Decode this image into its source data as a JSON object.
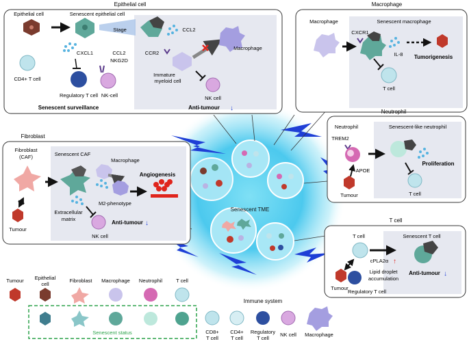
{
  "center": {
    "label": "Senescent TME"
  },
  "epithelial": {
    "title": "Epithelial cell",
    "epithelial_cell": "Epithelial cell",
    "senescent_epithelial": "Senescent epithelial cell",
    "stage": "Stage",
    "cxcl1": "CXCL1",
    "ccl2_left": "CCL2",
    "nkg2d": "NKG2D",
    "cd4": "CD4+ T cell",
    "treg": "Regulatory T cell",
    "nk": "NK-cell",
    "surveillance": "Senescent surveillance",
    "ccl2_right": "CCL2",
    "ccr2": "CCR2",
    "macrophage": "Macrophage",
    "immature_1": "Immature",
    "immature_2": "myeloid cell",
    "nk_right": "NK cell",
    "antitumour": "Anti-tumour"
  },
  "macrophage": {
    "title": "Macrophage",
    "macrophage": "Macrophage",
    "senescent": "Senescent macrophage",
    "cxcr1": "CXCR1",
    "il8": "IL-8",
    "tumorigenesis": "Tumorigenesis",
    "tcell": "T cell"
  },
  "neutrophil": {
    "title": "Neutrophil",
    "neutrophil": "Neutrophil",
    "senescent": "Senescent-like neutrophil",
    "trem2": "TREM2",
    "apoe": "APOE",
    "tumour": "Tumour",
    "proliferation": "Proliferation",
    "tcell": "T cell"
  },
  "fibroblast": {
    "title": "Fibroblast",
    "fibroblast_1": "Fibroblast",
    "fibroblast_2": "(CAF)",
    "senescent_caf": "Senescent CAF",
    "macrophage": "Macrophage",
    "angiogenesis": "Angiogenesis",
    "m2": "M2-phenotype",
    "ecm_1": "Extracellular",
    "ecm_2": "matrix",
    "antitumour": "Anti-tumour",
    "nk": "NK cell",
    "tumour": "Tumour"
  },
  "tcell": {
    "title": "T cell",
    "tcell": "T cell",
    "senescent": "Senescent T cell",
    "cpla2": "cPLA2α",
    "lipid_1": "Lipid droplet",
    "lipid_2": "accumulation",
    "antitumour": "Anti-tumour",
    "tumour": "Tumour",
    "treg": "Regulatory T cell"
  },
  "legend": {
    "tumour": "Tumour",
    "epithelial_1": "Epithelial",
    "epithelial_2": "cell",
    "fibroblast": "Fibroblast",
    "macrophage": "Macrophage",
    "neutrophil": "Neutrophil",
    "tcell": "T cell",
    "senescent_status": "Senescent status"
  },
  "immune": {
    "title": "Immune system",
    "cd8_1": "CD8+",
    "cd8_2": "T cell",
    "cd4_1": "CD4+",
    "cd4_2": "T cell",
    "treg_1": "Regulatory",
    "treg_2": "T cell",
    "nk": "NK cell",
    "macrophage": "Macrophage"
  },
  "colors": {
    "tumour": "#c0392b",
    "epithelial": "#7a3b2e",
    "fibroblast": "#f0a8a4",
    "macrophage": "#b9b3e3",
    "neutrophil": "#d56ab3",
    "tcell": "#bfe4ec",
    "senescent_green": "#5fa89a",
    "blue_arrow": "#1e3fd6",
    "legend_border": "#2ca24a"
  }
}
